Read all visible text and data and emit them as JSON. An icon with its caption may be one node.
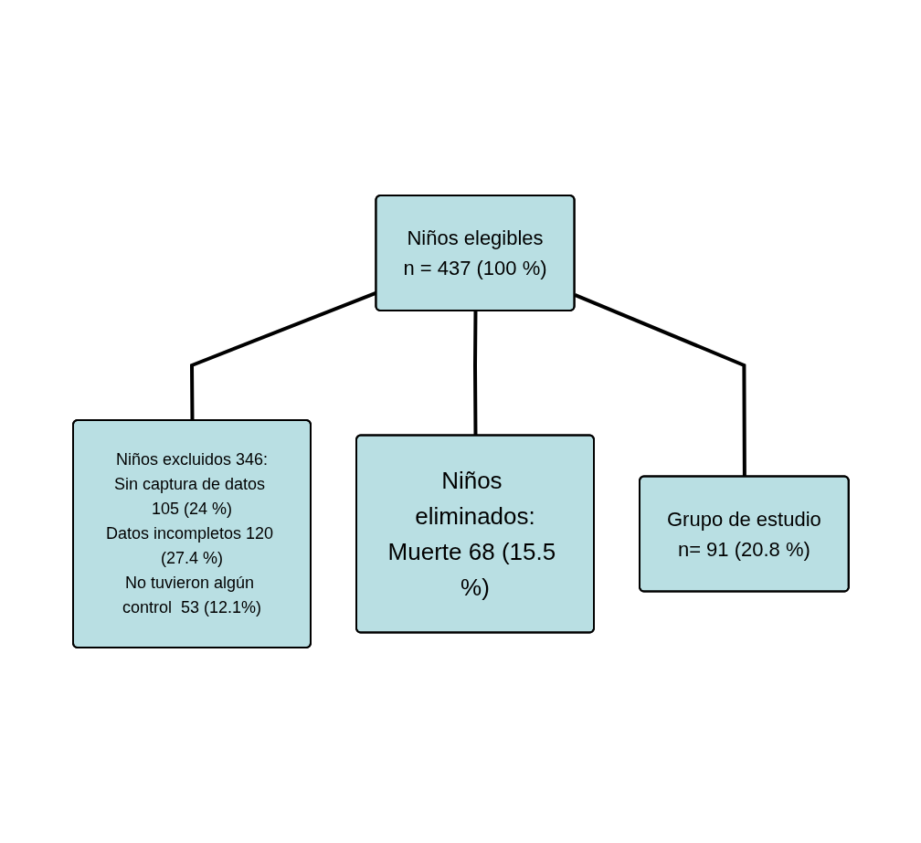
{
  "diagram": {
    "nodes": [
      {
        "text": [
          "Niños elegibles",
          "n = 437 (100 %)"
        ]
      },
      {
        "text": [
          "Niños excluidos 346:",
          "Sin captura de datos 105 (24 %)",
          "Datos incompletos 120 (27.4 %)",
          "No tuvieron algún control  53 (12.1%)"
        ]
      },
      {
        "text": [
          "Niños eliminados:",
          "Muerte 68 (15.5 %)"
        ]
      },
      {
        "text": [
          "Grupo de estudio",
          "n= 91 (20.8 %)"
        ]
      }
    ],
    "edges": [
      {
        "from": 0,
        "to": 1,
        "arrow": "none"
      },
      {
        "from": 0,
        "to": 2,
        "arrow": "none"
      },
      {
        "from": 0,
        "to": 3,
        "arrow": "none"
      }
    ]
  }
}
